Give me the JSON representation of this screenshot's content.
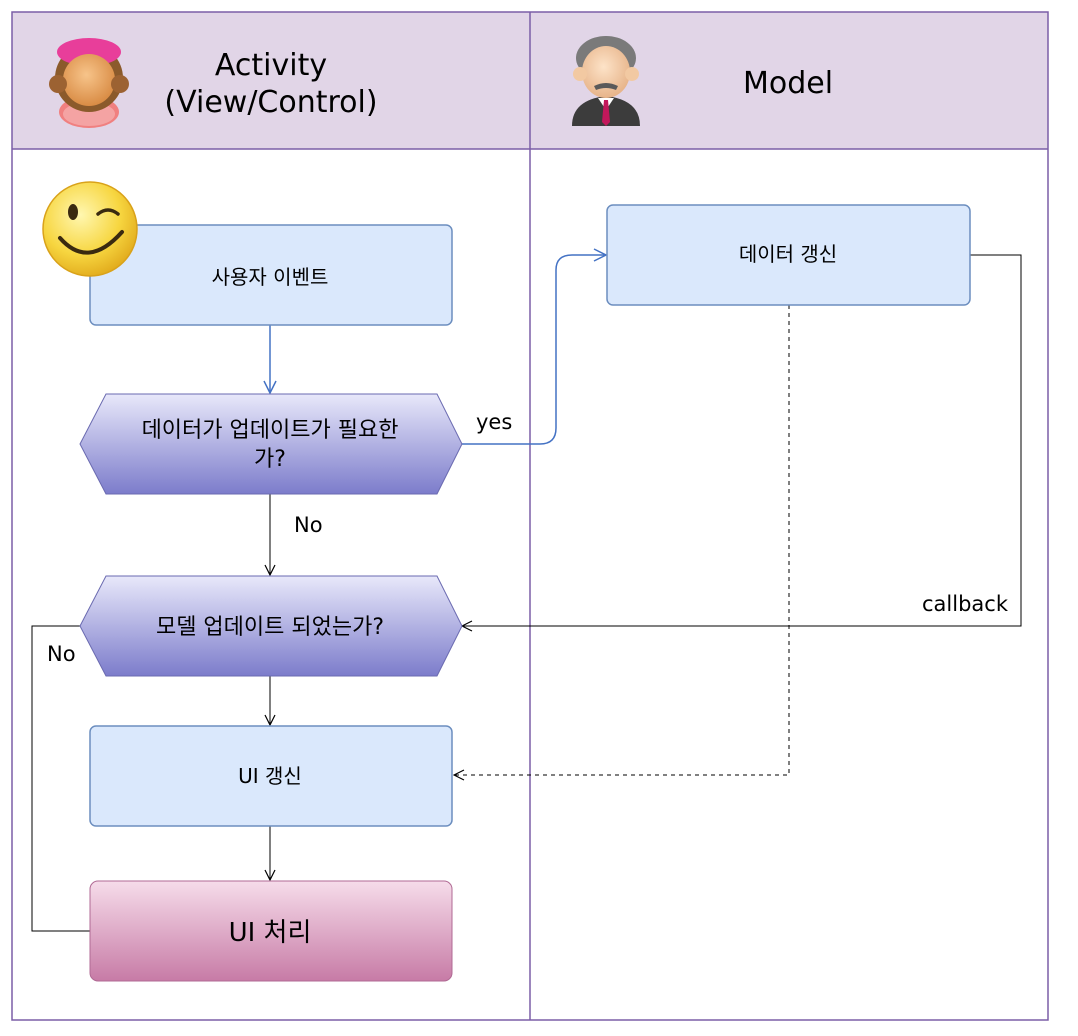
{
  "lanes": {
    "activity": {
      "title_line1": "Activity",
      "title_line2": "(View/Control)",
      "icon": "female-user-icon"
    },
    "model": {
      "title": "Model",
      "icon": "male-user-icon"
    }
  },
  "nodes": {
    "user_event": {
      "label": "사용자 이벤트",
      "icon": "wink-smiley-icon"
    },
    "needs_update": {
      "label_line1": "데이터가 업데이트가 필요한",
      "label_line2": "가?"
    },
    "model_updated": {
      "label": "모델 업데이트 되었는가?"
    },
    "ui_refresh": {
      "label": "UI 갱신"
    },
    "ui_process": {
      "label": "UI 처리"
    },
    "data_refresh": {
      "label": "데이터 갱신"
    }
  },
  "edges": {
    "yes_label": "yes",
    "no_label_down": "No",
    "no_label_loop": "No",
    "callback_label": "callback"
  },
  "colors": {
    "lane_border": "#7b5ea7",
    "header_bg": "#e1d5e7",
    "box_fill": "#dae8fc",
    "box_stroke": "#6c8ebf",
    "hex_top": "#e6e6f8",
    "hex_bottom": "#7f7fcc",
    "pink_top": "#f5dbe9",
    "pink_bottom": "#c980a8",
    "connector_blue": "#4472c4"
  }
}
